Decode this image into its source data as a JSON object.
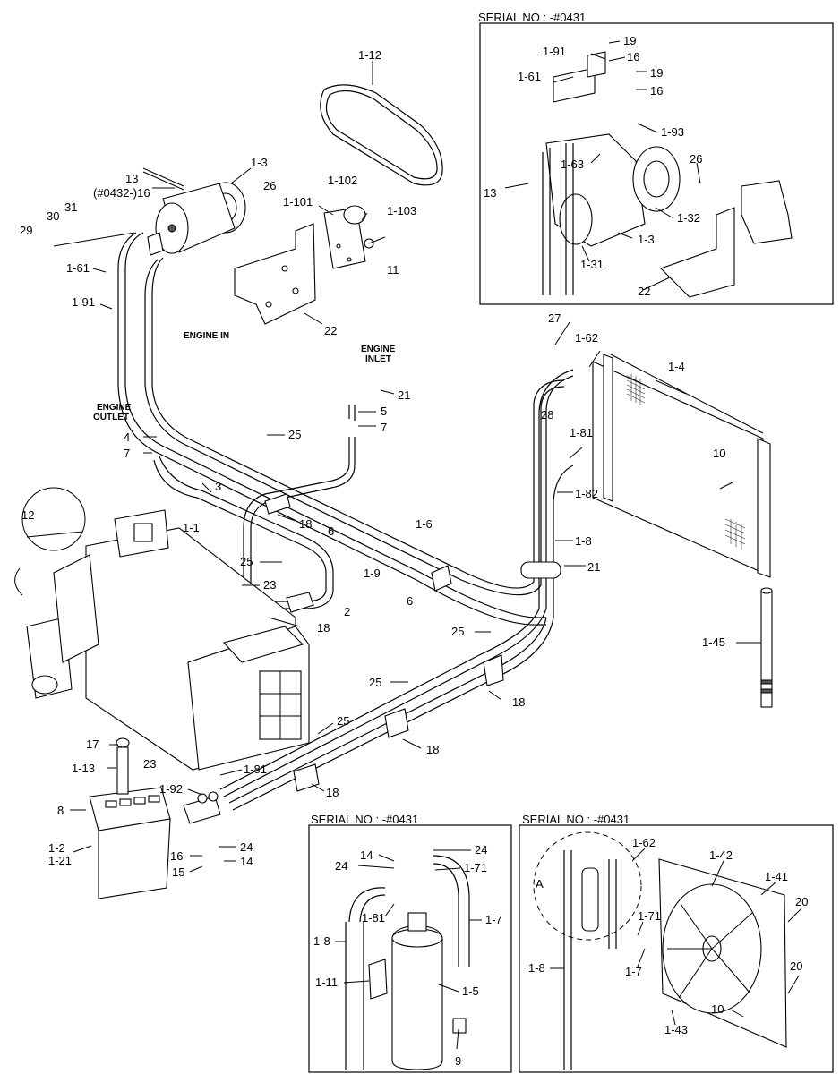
{
  "insets": {
    "top_right": {
      "title": "SERIAL NO : -#0431"
    },
    "bottom_mid": {
      "title": "SERIAL NO : -#0431"
    },
    "bottom_right": {
      "title": "SERIAL NO : -#0431"
    }
  },
  "notes": {
    "engine_in": "ENGINE IN",
    "engine_inlet_1": "ENGINE",
    "engine_inlet_2": "INLET",
    "engine_outlet_1": "ENGINE",
    "engine_outlet_2": "OUTLET",
    "detail_a": "A"
  },
  "labels": {
    "l_1_12": "1-12",
    "l_1_3": "1-3",
    "l_13": "13",
    "l_16a": "(#0432-)16",
    "l_31": "31",
    "l_30": "30",
    "l_29": "29",
    "l_1_61": "1-61",
    "l_1_91": "1-91",
    "l_26": "26",
    "l_1_101": "1-101",
    "l_1_102": "1-102",
    "l_1_103": "1-103",
    "l_11": "11",
    "l_22": "22",
    "l_21a": "21",
    "l_5": "5",
    "l_7a": "7",
    "l_4": "4",
    "l_7b": "7",
    "l_25a": "25",
    "l_3": "3",
    "l_18a": "18",
    "l_12": "12",
    "l_1_1": "1-1",
    "l_6a": "6",
    "l_1_6": "1-6",
    "l_1_9": "1-9",
    "l_6b": "6",
    "l_25b": "25",
    "l_23a": "23",
    "l_2": "2",
    "l_18b": "18",
    "l_27": "27",
    "l_1_62": "1-62",
    "l_1_4": "1-4",
    "l_28": "28",
    "l_1_81": "1-81",
    "l_10a": "10",
    "l_1_82": "1-82",
    "l_1_8": "1-8",
    "l_21b": "21",
    "l_1_45": "1-45",
    "l_25c": "25",
    "l_25d": "25",
    "l_18c": "18",
    "l_25e": "25",
    "l_18d": "18",
    "l_17": "17",
    "l_23b": "23",
    "l_1_13": "1-13",
    "l_1_81b": "1-81",
    "l_18e": "18",
    "l_1_92": "1-92",
    "l_8": "8",
    "l_1_2": "1-2",
    "l_1_21": "1-21",
    "l_16b": "16",
    "l_24a": "24",
    "l_15": "15",
    "l_14a": "14",
    "tr_19a": "19",
    "tr_1_91": "1-91",
    "tr_16a": "16",
    "tr_19b": "19",
    "tr_1_61": "1-61",
    "tr_16b": "16",
    "tr_1_93": "1-93",
    "tr_1_63": "1-63",
    "tr_13": "13",
    "tr_26": "26",
    "tr_1_32": "1-32",
    "tr_1_3": "1-3",
    "tr_1_31": "1-31",
    "tr_22": "22",
    "bm_14": "14",
    "bm_24a": "24",
    "bm_24b": "24",
    "bm_1_71": "1-71",
    "bm_1_81": "1-81",
    "bm_1_7": "1-7",
    "bm_1_8": "1-8",
    "bm_1_11": "1-11",
    "bm_1_5": "1-5",
    "bm_9": "9",
    "br_1_62": "1-62",
    "br_1_42": "1-42",
    "br_1_41": "1-41",
    "br_20a": "20",
    "br_1_71": "1-71",
    "br_1_8": "1-8",
    "br_1_7": "1-7",
    "br_20b": "20",
    "br_10": "10",
    "br_1_43": "1-43"
  }
}
